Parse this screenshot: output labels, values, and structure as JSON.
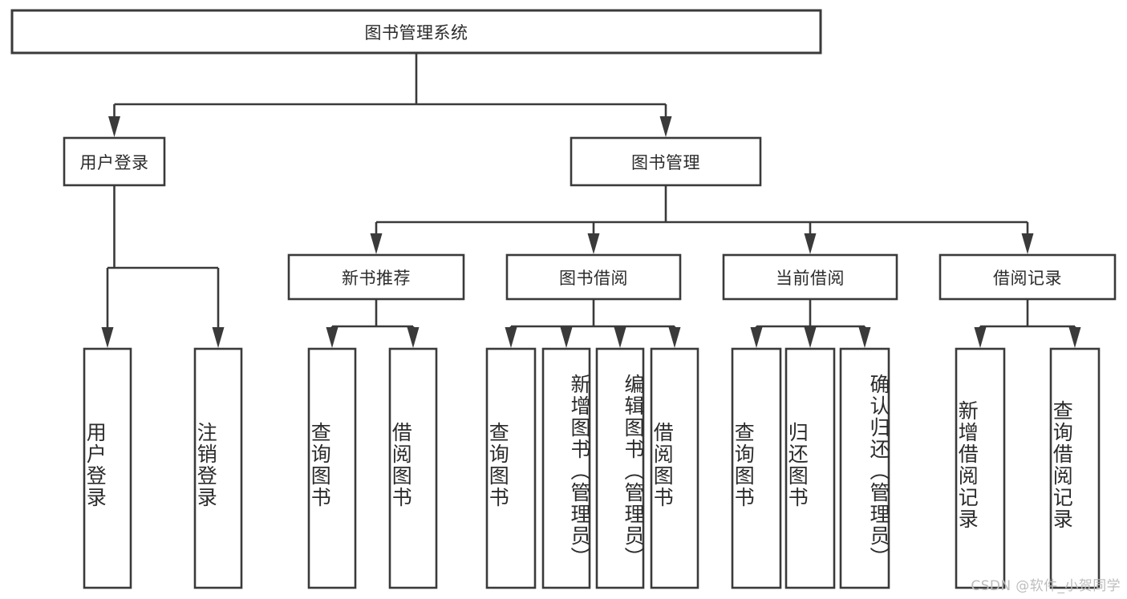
{
  "diagram": {
    "title": "图书管理系统",
    "type": "tree",
    "watermark": "CSDN @软件_小贺同学",
    "colors": {
      "stroke": "#3a3a3a",
      "box_fill": "#ffffff",
      "text": "#2b2b2b",
      "background": "#ffffff",
      "watermark": "#bdbdbd"
    },
    "nodes": {
      "root": {
        "label": "图书管理系统",
        "level": 1,
        "orientation": "horizontal"
      },
      "login": {
        "label": "用户登录",
        "level": 2,
        "orientation": "horizontal"
      },
      "book_mgmt": {
        "label": "图书管理",
        "level": 2,
        "orientation": "horizontal"
      },
      "new_book_rec": {
        "label": "新书推荐",
        "level": 3,
        "orientation": "horizontal"
      },
      "book_borrow": {
        "label": "图书借阅",
        "level": 3,
        "orientation": "horizontal"
      },
      "current_borrow": {
        "label": "当前借阅",
        "level": 3,
        "orientation": "horizontal"
      },
      "borrow_record": {
        "label": "借阅记录",
        "level": 3,
        "orientation": "horizontal"
      },
      "leaf_user_login": {
        "label": "用户登录",
        "level": 4,
        "orientation": "vertical",
        "anchor": "bottom"
      },
      "leaf_logout": {
        "label": "注销登录",
        "level": 4,
        "orientation": "vertical",
        "anchor": "bottom"
      },
      "leaf_query_book_1": {
        "label": "查询图书",
        "level": 4,
        "orientation": "vertical",
        "anchor": "bottom"
      },
      "leaf_borrow_book_1": {
        "label": "借阅图书",
        "level": 4,
        "orientation": "vertical",
        "anchor": "bottom"
      },
      "leaf_query_book_2": {
        "label": "查询图书",
        "level": 4,
        "orientation": "vertical",
        "anchor": "bottom"
      },
      "leaf_add_book": {
        "label": "新增图书（管理员）",
        "level": 4,
        "orientation": "vertical",
        "anchor": "top"
      },
      "leaf_edit_book": {
        "label": "编辑图书（管理员）",
        "level": 4,
        "orientation": "vertical",
        "anchor": "top"
      },
      "leaf_borrow_book_2": {
        "label": "借阅图书",
        "level": 4,
        "orientation": "vertical",
        "anchor": "bottom"
      },
      "leaf_query_book_3": {
        "label": "查询图书",
        "level": 4,
        "orientation": "vertical",
        "anchor": "bottom"
      },
      "leaf_return_book": {
        "label": "归还图书",
        "level": 4,
        "orientation": "vertical",
        "anchor": "bottom"
      },
      "leaf_confirm_return": {
        "label": "确认归还（管理员）",
        "level": 4,
        "orientation": "vertical",
        "anchor": "top"
      },
      "leaf_add_record": {
        "label": "新增借阅记录",
        "level": 4,
        "orientation": "vertical",
        "anchor": "bottom"
      },
      "leaf_query_record": {
        "label": "查询借阅记录",
        "level": 4,
        "orientation": "vertical",
        "anchor": "bottom"
      }
    },
    "edges": [
      {
        "from": "root",
        "to": "login"
      },
      {
        "from": "root",
        "to": "book_mgmt"
      },
      {
        "from": "book_mgmt",
        "to": "new_book_rec"
      },
      {
        "from": "book_mgmt",
        "to": "book_borrow"
      },
      {
        "from": "book_mgmt",
        "to": "current_borrow"
      },
      {
        "from": "book_mgmt",
        "to": "borrow_record"
      },
      {
        "from": "login",
        "to": "leaf_user_login"
      },
      {
        "from": "login",
        "to": "leaf_logout"
      },
      {
        "from": "new_book_rec",
        "to": "leaf_query_book_1"
      },
      {
        "from": "new_book_rec",
        "to": "leaf_borrow_book_1"
      },
      {
        "from": "book_borrow",
        "to": "leaf_query_book_2"
      },
      {
        "from": "book_borrow",
        "to": "leaf_add_book"
      },
      {
        "from": "book_borrow",
        "to": "leaf_edit_book"
      },
      {
        "from": "book_borrow",
        "to": "leaf_borrow_book_2"
      },
      {
        "from": "current_borrow",
        "to": "leaf_query_book_3"
      },
      {
        "from": "current_borrow",
        "to": "leaf_return_book"
      },
      {
        "from": "current_borrow",
        "to": "leaf_confirm_return"
      },
      {
        "from": "borrow_record",
        "to": "leaf_add_record"
      },
      {
        "from": "borrow_record",
        "to": "leaf_query_record"
      }
    ]
  }
}
